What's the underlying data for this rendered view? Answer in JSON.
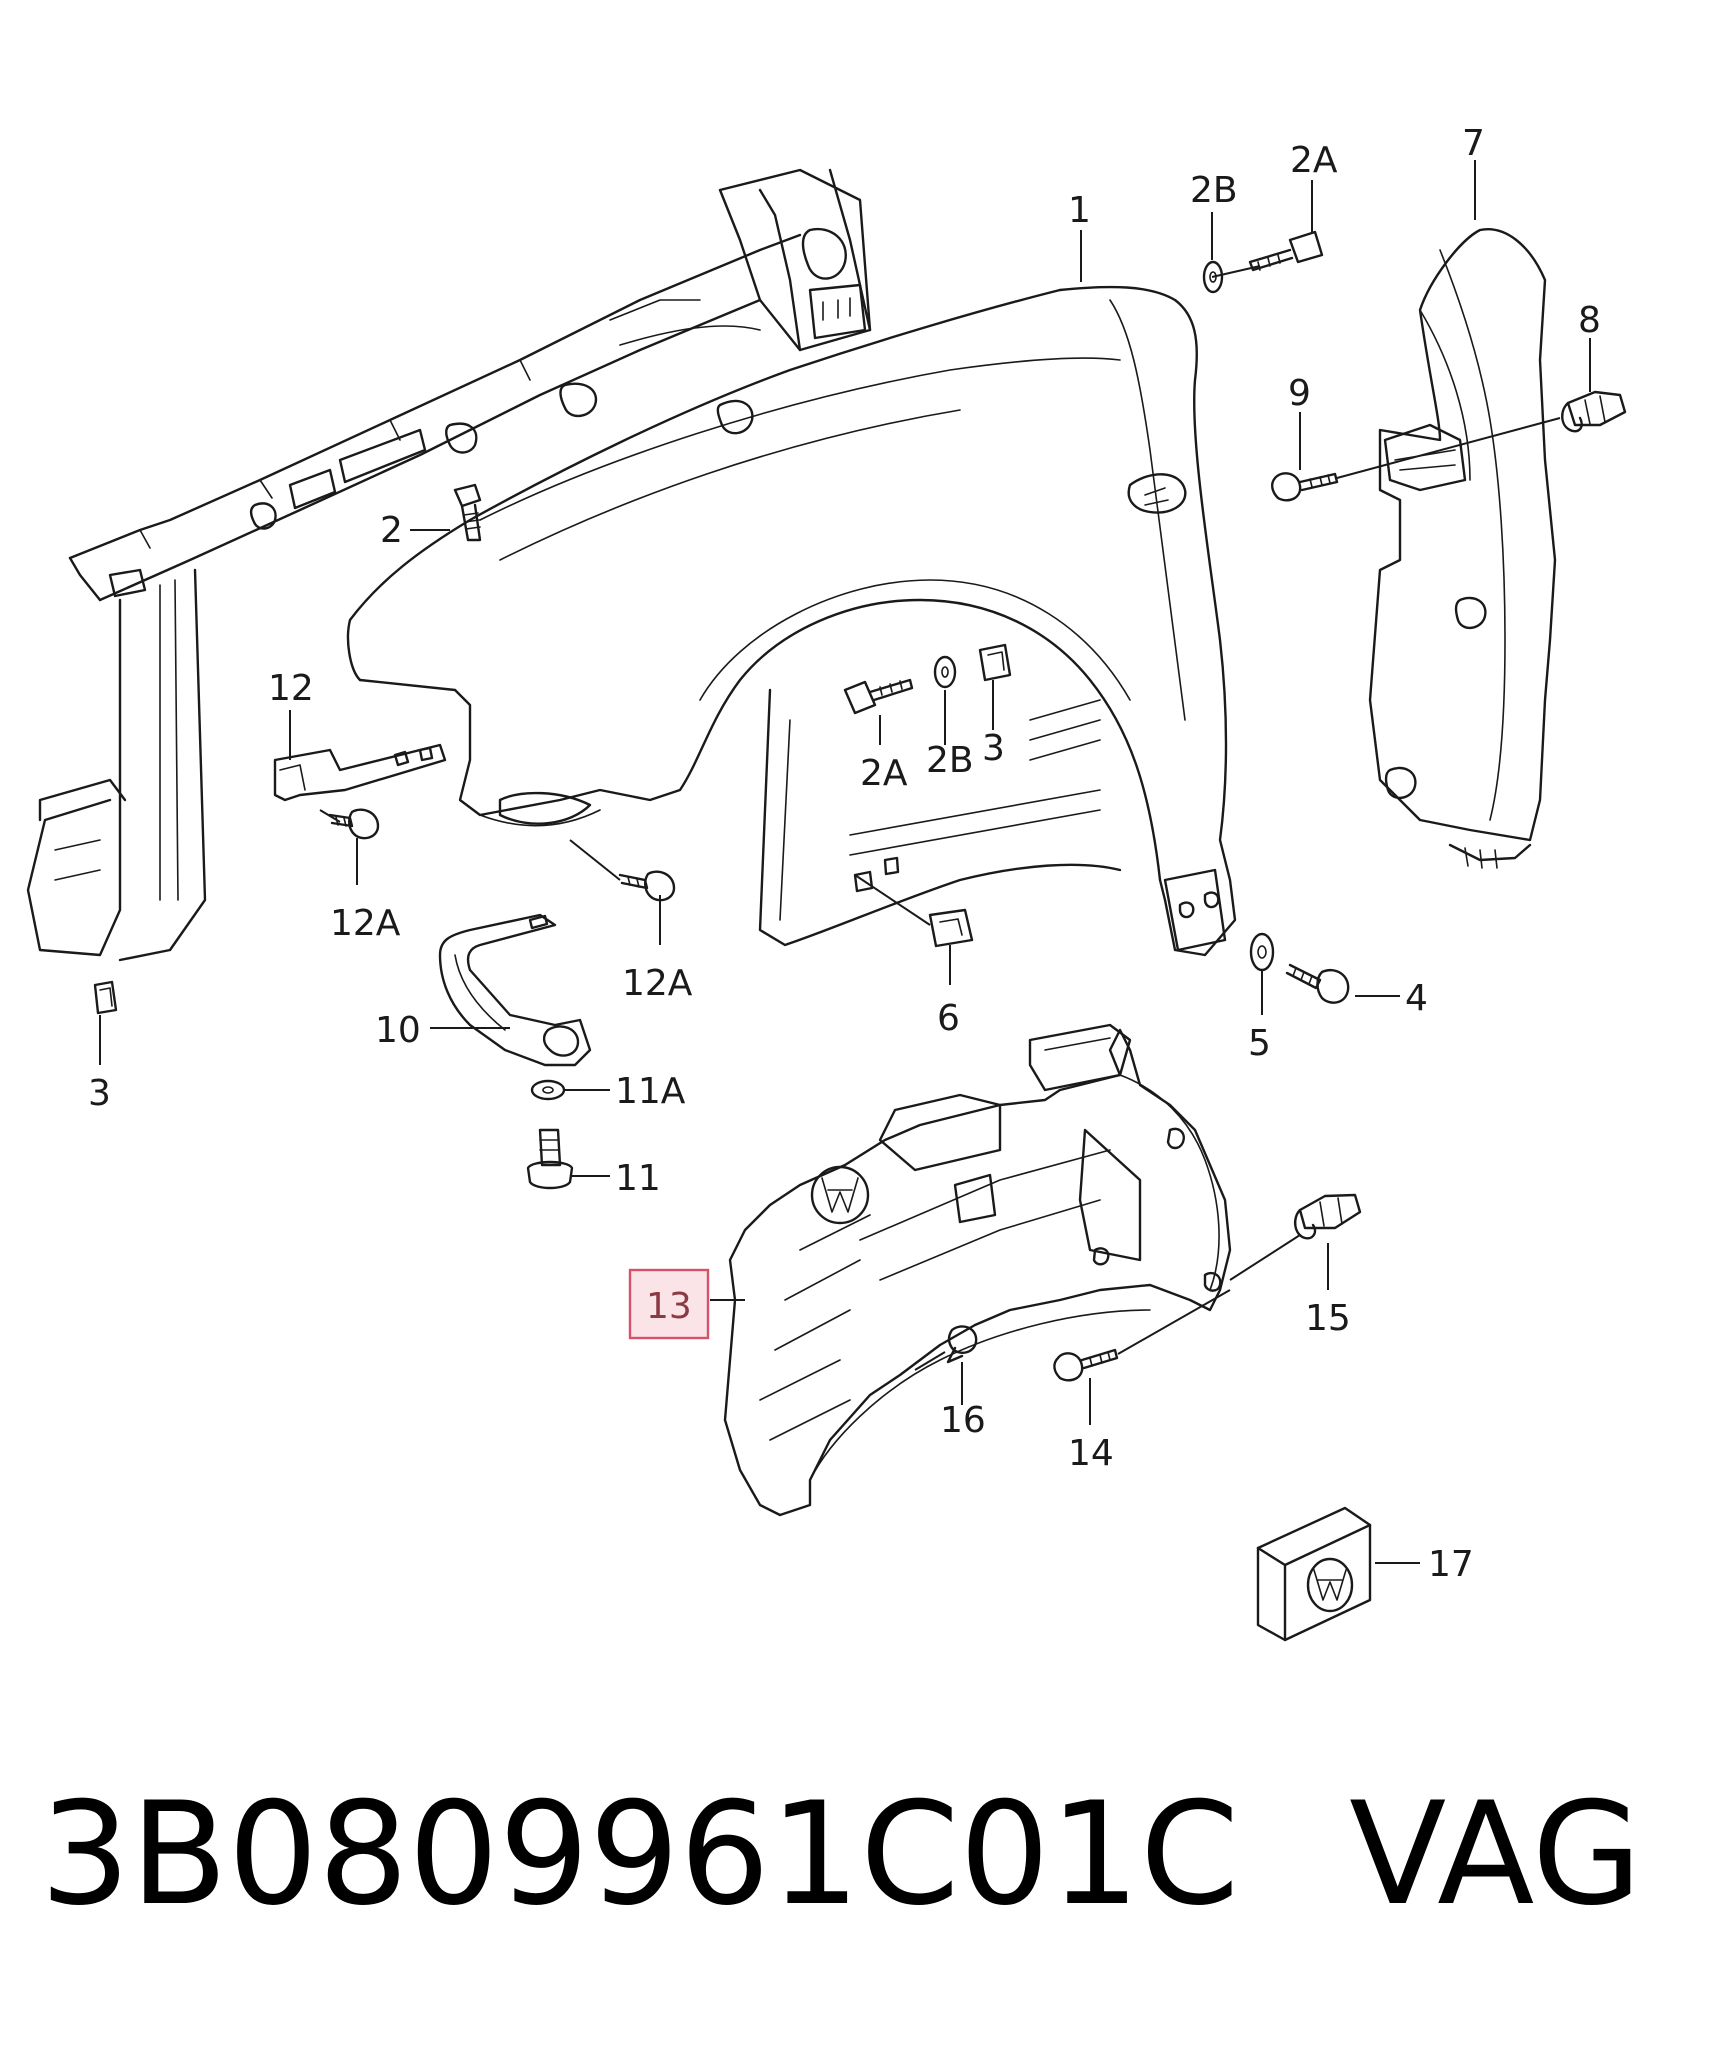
{
  "callouts": {
    "c1": "1",
    "c2": "2",
    "c2A_top": "2A",
    "c2B_top": "2B",
    "c2A_mid": "2A",
    "c2B_mid": "2B",
    "c3_mid": "3",
    "c3_left": "3",
    "c4": "4",
    "c5": "5",
    "c6": "6",
    "c7": "7",
    "c8": "8",
    "c9": "9",
    "c10": "10",
    "c11": "11",
    "c11A": "11A",
    "c12": "12",
    "c12A_left": "12A",
    "c12A_right": "12A",
    "c13": "13",
    "c14": "14",
    "c15": "15",
    "c16": "16",
    "c17": "17"
  },
  "highlighted_callout": "13",
  "highlight_color": "#d6526a",
  "footer": {
    "part_number": "3B0809961C01C",
    "brand": "VAG"
  }
}
